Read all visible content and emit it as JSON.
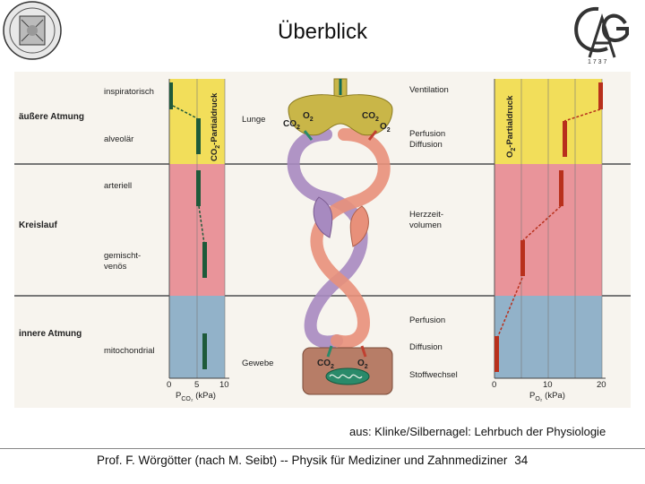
{
  "slide": {
    "title": "Überblick",
    "source": "aus: Klinke/Silbernagel: Lehrbuch der Physiologie",
    "footer": "Prof. F. Wörgötter (nach M. Seibt) -- Physik für Mediziner und Zahnmediziner",
    "page_number": "34",
    "logo_right_letters": "C A G",
    "logo_right_small": "1 7 3 7"
  },
  "figure": {
    "sections": {
      "outer": "äußere Atmung",
      "circulation": "Kreislauf",
      "inner": "innere Atmung"
    },
    "compartments": {
      "inspiratory": "inspiratorisch",
      "alveolar": "alveolär",
      "arterial": "arteriell",
      "mixed_line1": "gemischt-",
      "mixed_line2": "venös",
      "mitochondrial": "mitochondrial"
    },
    "center_labels": {
      "lung": "Lunge",
      "tissue": "Gewebe",
      "co2_top": "CO",
      "co2_sub": "2",
      "o2_top": "O",
      "o2_sub": "2"
    },
    "right_labels": {
      "ventilation": "Ventilation",
      "perfusion": "Perfusion",
      "diffusion": "Diffusion",
      "cardiac_line1": "Herzzeit-",
      "cardiac_line2": "volumen",
      "perfusion2": "Perfusion",
      "diffusion2": "Diffusion",
      "metabolism": "Stoffwechsel"
    },
    "co2_panel": {
      "title_main": "CO",
      "title_sub": "2",
      "title_rest": "-Partialdruck",
      "axis_label_main": "P",
      "axis_label_sub": "CO₂",
      "axis_unit": " (kPa)",
      "ticks": [
        "0",
        "5",
        "10"
      ]
    },
    "o2_panel": {
      "title_main": "O",
      "title_sub": "2",
      "title_rest": "-Partialdruck",
      "axis_label_main": "P",
      "axis_label_sub": "O₂",
      "axis_unit": " (kPa)",
      "ticks": [
        "0",
        "10",
        "20"
      ]
    },
    "colors": {
      "yellow_band": "#f2de5a",
      "red_band": "#e9949a",
      "blue_band": "#92b2c9",
      "co2_bar": "#1e5a3a",
      "o2_bar": "#b8301c",
      "venous_flow": "#a78ac0",
      "arterial_flow": "#e8907a",
      "lung_color": "#c9b648",
      "tissue_color": "#b77d67"
    }
  }
}
